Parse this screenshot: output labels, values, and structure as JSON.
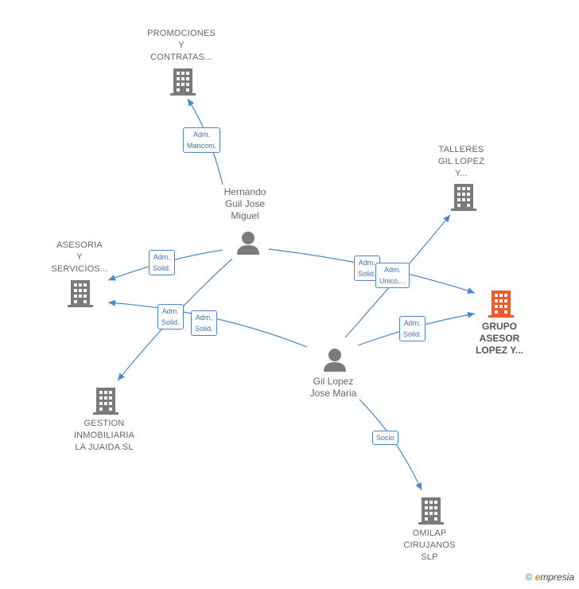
{
  "companies": {
    "promociones": {
      "name": "PROMOCIONES\nY\nCONTRATAS..."
    },
    "talleres": {
      "name": "TALLERES\nGIL LOPEZ\nY..."
    },
    "asesoria": {
      "name": "ASESORIA\nY\nSERVICIOS..."
    },
    "grupo": {
      "name": "GRUPO\nASESOR\nLOPEZ Y...",
      "color": "#f05a28"
    },
    "gestion": {
      "name": "GESTION\nINMOBILIARIA\nLA JUAIDA  SL"
    },
    "omilap": {
      "name": "OMILAP\nCIRUJANOS\nSLP"
    }
  },
  "persons": {
    "hernando": {
      "name": "Hernando\nGuil Jose\nMiguel"
    },
    "gil": {
      "name": "Gil Lopez\nJose Maria"
    }
  },
  "edges": {
    "hernando_promociones": "Adm.\nMancom.",
    "hernando_asesoria": "Adm.\nSolid.",
    "hernando_grupo": "Adm.\nSolid.",
    "hernando_gestion": "Adm.\nSolid.",
    "gil_asesoria": "Adm.\nSolid.",
    "gil_talleres": "Adm.\nUnico,...",
    "gil_grupo": "Adm.\nSolid.",
    "gil_omilap": "Socio"
  },
  "colors": {
    "edge": "#4a86cf",
    "building": "#7a7a7a",
    "person": "#7a7a7a",
    "highlight": "#f05a28"
  },
  "footer": {
    "copyright": "©",
    "brand_first": "e",
    "brand_rest": "mpresia"
  }
}
